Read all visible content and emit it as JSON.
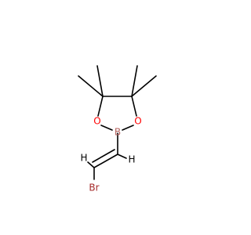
{
  "molecule": {
    "atoms": [
      {
        "symbol": "O",
        "color": "#ff0000"
      },
      {
        "symbol": "B",
        "color": "#b5635f"
      },
      {
        "symbol": "O",
        "color": "#ff0000"
      },
      {
        "symbol": "H",
        "color": "#000000"
      },
      {
        "symbol": "H",
        "color": "#000000"
      },
      {
        "symbol": "Br",
        "color": "#a52a2a"
      }
    ]
  }
}
